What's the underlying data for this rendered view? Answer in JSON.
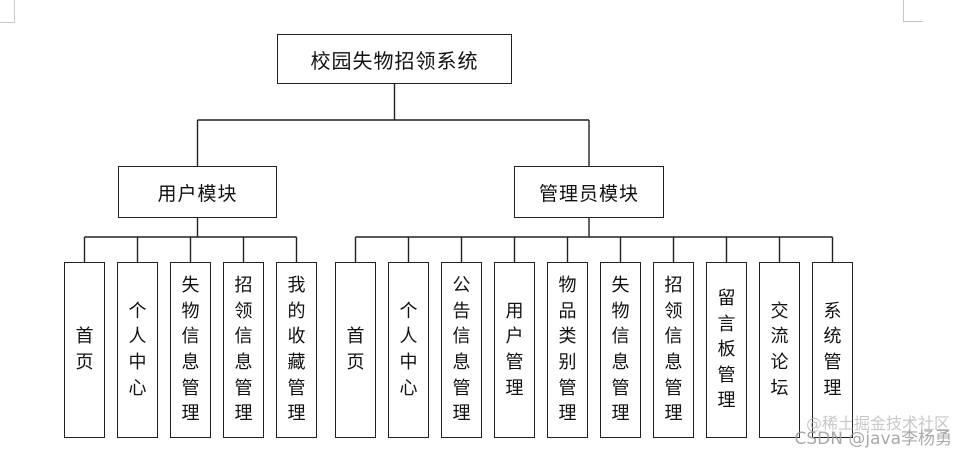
{
  "root": {
    "label": "校园失物招领系统"
  },
  "modules": [
    {
      "label": "用户模块",
      "items": [
        "首页",
        "个人中心",
        "失物信息管理",
        "招领信息管理",
        "我的收藏管理"
      ]
    },
    {
      "label": "管理员模块",
      "items": [
        "首页",
        "个人中心",
        "公告信息管理",
        "用户管理",
        "物品类别管理",
        "失物信息管理",
        "招领信息管理",
        "留言板管理",
        "交流论坛",
        "系统管理"
      ]
    }
  ],
  "watermark": {
    "line1": "@稀土掘金技术社区",
    "line2": "CSDN @java李杨勇"
  }
}
